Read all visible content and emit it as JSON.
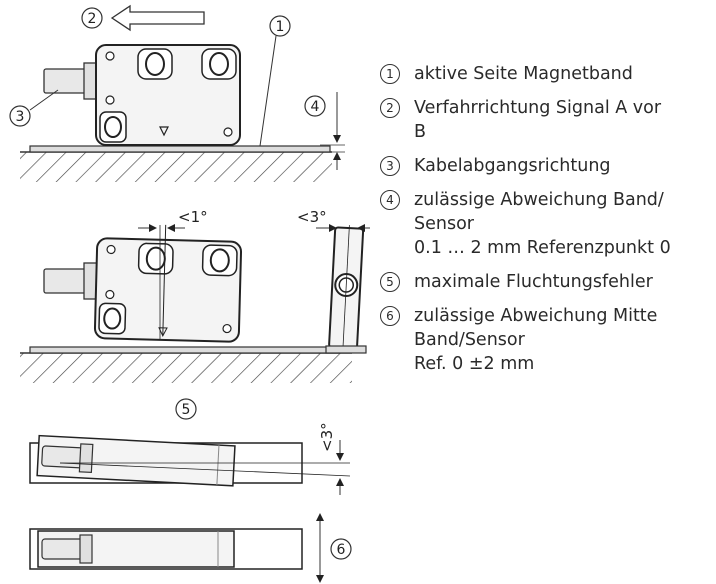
{
  "callouts": {
    "c1": "1",
    "c2": "2",
    "c3": "3",
    "c4": "4",
    "c5": "5",
    "c6": "6"
  },
  "angles": {
    "top": "<1°",
    "side": "<3°",
    "bottom": "<3°"
  },
  "legend": [
    {
      "num": "1",
      "lines": [
        "aktive Seite Magnetband"
      ]
    },
    {
      "num": "2",
      "lines": [
        "Verfahrrichtung Signal A vor",
        "B"
      ]
    },
    {
      "num": "3",
      "lines": [
        "Kabelabgangsrichtung"
      ]
    },
    {
      "num": "4",
      "lines": [
        "zulässige Abweichung Band/",
        "Sensor"
      ],
      "extra": "0.1 … 2 mm Referenzpunkt 0"
    },
    {
      "num": "5",
      "lines": [
        "maximale Fluchtungsfehler"
      ]
    },
    {
      "num": "6",
      "lines": [
        "zulässige Abweichung Mitte",
        "Band/Sensor",
        "Ref. 0 ±2 mm"
      ]
    }
  ]
}
